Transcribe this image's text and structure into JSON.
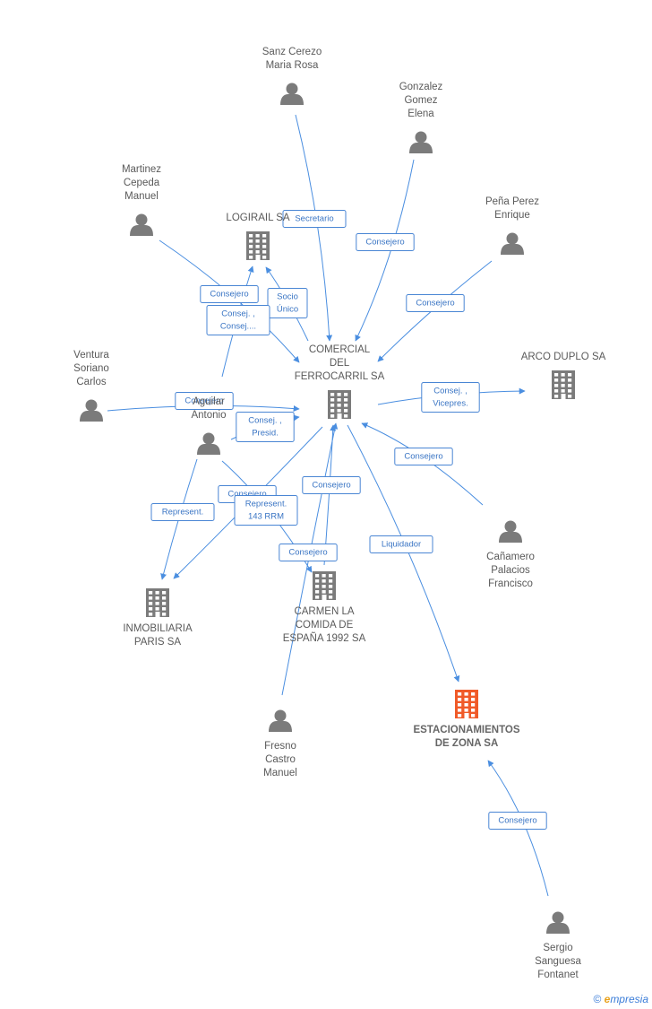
{
  "colors": {
    "edge": "#4a8ee0",
    "edge_label_text": "#3a75c4",
    "person": "#7b7b7b",
    "company": "#7b7b7b",
    "company_main": "#f05a28",
    "label": "#5a5a5a"
  },
  "nodes": [
    {
      "id": "sanz",
      "type": "person",
      "icon": "person-icon",
      "lines": [
        "Sanz Cerezo",
        "Maria Rosa"
      ]
    },
    {
      "id": "gonzalez",
      "type": "person",
      "icon": "person-icon",
      "lines": [
        "Gonzalez",
        "Gomez",
        "Elena"
      ]
    },
    {
      "id": "martinez",
      "type": "person",
      "icon": "person-icon",
      "lines": [
        "Martinez",
        "Cepeda",
        "Manuel"
      ]
    },
    {
      "id": "pena",
      "type": "person",
      "icon": "person-icon",
      "lines": [
        "Peña Perez",
        "Enrique"
      ]
    },
    {
      "id": "logirail",
      "type": "company",
      "icon": "building-icon",
      "lines": [
        "LOGIRAIL SA"
      ]
    },
    {
      "id": "comercial",
      "type": "company",
      "icon": "building-icon",
      "lines": [
        "COMERCIAL",
        "DEL",
        "FERROCARRIL SA"
      ]
    },
    {
      "id": "arco",
      "type": "company",
      "icon": "building-icon",
      "lines": [
        "ARCO DUPLO SA"
      ]
    },
    {
      "id": "ventura",
      "type": "person",
      "icon": "person-icon",
      "lines": [
        "Ventura",
        "Soriano",
        "Carlos"
      ]
    },
    {
      "id": "aguilar",
      "type": "person",
      "icon": "person-icon",
      "lines": [
        "Aguilar",
        "Antonio"
      ]
    },
    {
      "id": "canamero",
      "type": "person",
      "icon": "person-icon",
      "lines": [
        "Cañamero",
        "Palacios",
        "Francisco"
      ]
    },
    {
      "id": "inmobiliaria",
      "type": "company",
      "icon": "building-icon",
      "lines": [
        "INMOBILIARIA",
        "PARIS SA"
      ]
    },
    {
      "id": "carmen",
      "type": "company",
      "icon": "building-icon",
      "lines": [
        "CARMEN LA",
        "COMIDA DE",
        "ESPAÑA 1992 SA"
      ]
    },
    {
      "id": "estacionamientos",
      "type": "company_main",
      "icon": "building-icon",
      "lines": [
        "ESTACIONAMIENTOS",
        "DE ZONA SA"
      ]
    },
    {
      "id": "fresno",
      "type": "person",
      "icon": "person-icon",
      "lines": [
        "Fresno",
        "Castro",
        "Manuel"
      ]
    },
    {
      "id": "sergio",
      "type": "person",
      "icon": "person-icon",
      "lines": [
        "Sergio",
        "Sanguesa",
        "Fontanet"
      ]
    }
  ],
  "edges": [
    {
      "id": "e-sanz-comercial",
      "lines": [
        "Secretario"
      ]
    },
    {
      "id": "e-gonzalez-comercial",
      "lines": [
        "Consejero"
      ]
    },
    {
      "id": "e-pena-comercial",
      "lines": [
        "Consejero"
      ]
    },
    {
      "id": "e-martinez-comercial",
      "lines": [
        "Consejero"
      ]
    },
    {
      "id": "e-comercial-logirail",
      "lines": [
        "Socio",
        "Único"
      ]
    },
    {
      "id": "e-aguilar-logirail",
      "lines": [
        "Consej. ,",
        "Consej...."
      ]
    },
    {
      "id": "e-comercial-arco",
      "lines": [
        "Consej. ,",
        "Vicepres."
      ]
    },
    {
      "id": "e-ventura-comercial",
      "lines": [
        "Consejero"
      ]
    },
    {
      "id": "e-aguilar-comercial",
      "lines": [
        "Consej. ,",
        "Presid."
      ]
    },
    {
      "id": "e-canamero-comercial",
      "lines": [
        "Consejero"
      ]
    },
    {
      "id": "e-aguilar-inmobiliaria",
      "lines": [
        "Represent."
      ]
    },
    {
      "id": "e-comercial-inmobiliaria",
      "lines": [
        "Consejero"
      ]
    },
    {
      "id": "e-aguilar-carmen",
      "lines": [
        "Represent.",
        "143 RRM"
      ]
    },
    {
      "id": "e-carmen-comercial",
      "lines": [
        "Consejero"
      ]
    },
    {
      "id": "e-fresno-comercial",
      "lines": [
        "Consejero"
      ]
    },
    {
      "id": "e-comercial-estacionamientos",
      "lines": [
        "Liquidador"
      ]
    },
    {
      "id": "e-sergio-estacionamientos",
      "lines": [
        "Consejero"
      ]
    }
  ],
  "footer": {
    "symbol": "©",
    "brand_initial": "e",
    "brand_rest": "mpresia"
  }
}
